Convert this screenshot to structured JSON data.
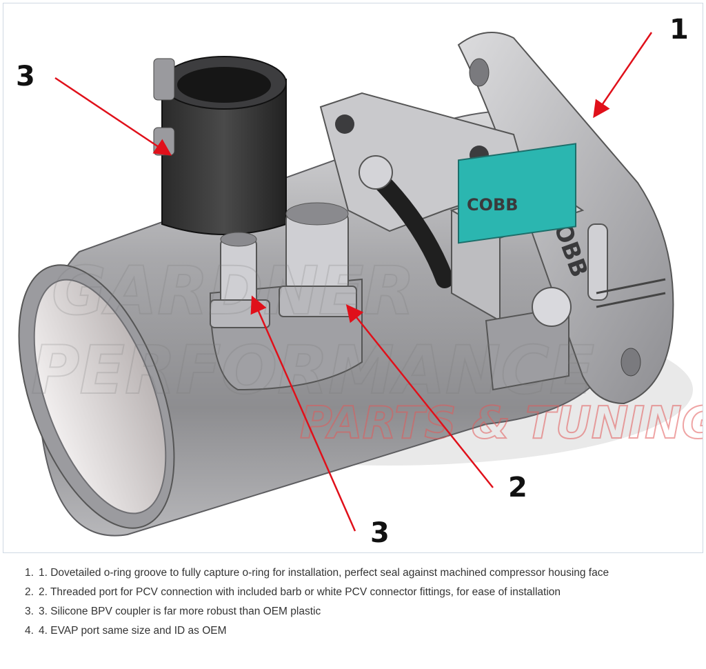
{
  "figure": {
    "callouts": [
      {
        "label": "1"
      },
      {
        "label": "3"
      },
      {
        "label": "2"
      },
      {
        "label": "3"
      }
    ],
    "watermark_lines": [
      "GARDNER",
      "PERFORMANCE",
      "PARTS & TUNING"
    ],
    "brand_marks": [
      "COBB",
      "COBB"
    ],
    "colors": {
      "arrow": "#e0101a",
      "sensor": "#2bb6b0",
      "metal": "#a9a9ad",
      "watermark_red": "#e25a5a"
    }
  },
  "list": {
    "items": [
      {
        "num": "1.",
        "text": "1. Dovetailed o-ring groove to fully capture o-ring for installation, perfect seal against machined compressor housing face"
      },
      {
        "num": "2.",
        "text": "2. Threaded port for PCV connection with included barb or white PCV connector fittings, for ease of installation"
      },
      {
        "num": "3.",
        "text": "3. Silicone BPV coupler is far more robust than OEM plastic"
      },
      {
        "num": "4.",
        "text": "4. EVAP port same size and ID as OEM"
      }
    ]
  }
}
